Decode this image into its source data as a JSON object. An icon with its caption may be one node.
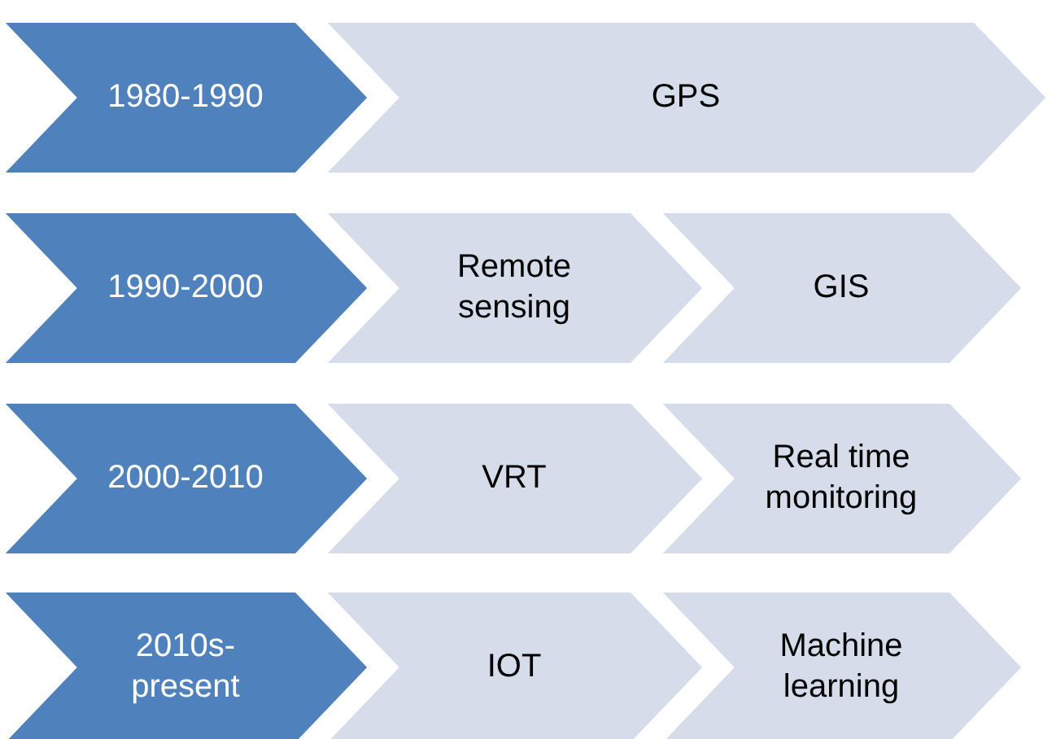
{
  "diagram": {
    "nodes": [
      {
        "text": [
          "1980-1990"
        ]
      },
      {
        "text": [
          "GPS"
        ]
      },
      {
        "text": [
          "1990-2000"
        ]
      },
      {
        "text": [
          "Remote sensing"
        ]
      },
      {
        "text": [
          "GIS"
        ]
      },
      {
        "text": [
          "2000-2010"
        ]
      },
      {
        "text": [
          "VRT"
        ]
      },
      {
        "text": [
          "Real time monitoring"
        ]
      },
      {
        "text": [
          "2010s-present"
        ]
      },
      {
        "text": [
          "IOT"
        ]
      },
      {
        "text": [
          "Machine learning"
        ]
      }
    ]
  }
}
